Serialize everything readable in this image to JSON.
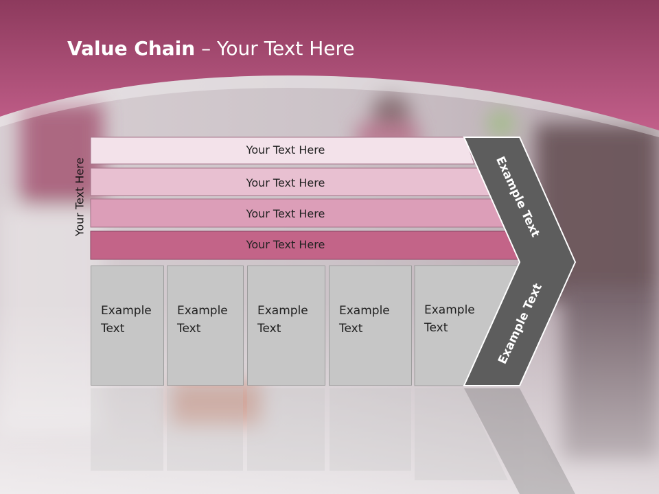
{
  "title": {
    "bold": "Value Chain",
    "separator": " – ",
    "rest": "Your Text Here"
  },
  "side_label": "Your Text Here",
  "bars": [
    {
      "label": "Your Text Here"
    },
    {
      "label": "Your Text Here"
    },
    {
      "label": "Your Text Here"
    },
    {
      "label": "Your Text Here"
    }
  ],
  "boxes": [
    {
      "line1": "Example",
      "line2": "Text"
    },
    {
      "line1": "Example",
      "line2": "Text"
    },
    {
      "line1": "Example",
      "line2": "Text"
    },
    {
      "line1": "Example",
      "line2": "Text"
    },
    {
      "line1": "Example",
      "line2": "Text"
    }
  ],
  "chevron": {
    "upper_label": "Example Text",
    "lower_label": "Example Text"
  },
  "colors": {
    "header": "#b24f7b",
    "bar1": "#f3e2ea",
    "bar2": "#e8c0d1",
    "bar3": "#dc9eb8",
    "bar4": "#c36488",
    "box_fill": "#c6c6c6",
    "chevron": "#5d5d5d"
  }
}
